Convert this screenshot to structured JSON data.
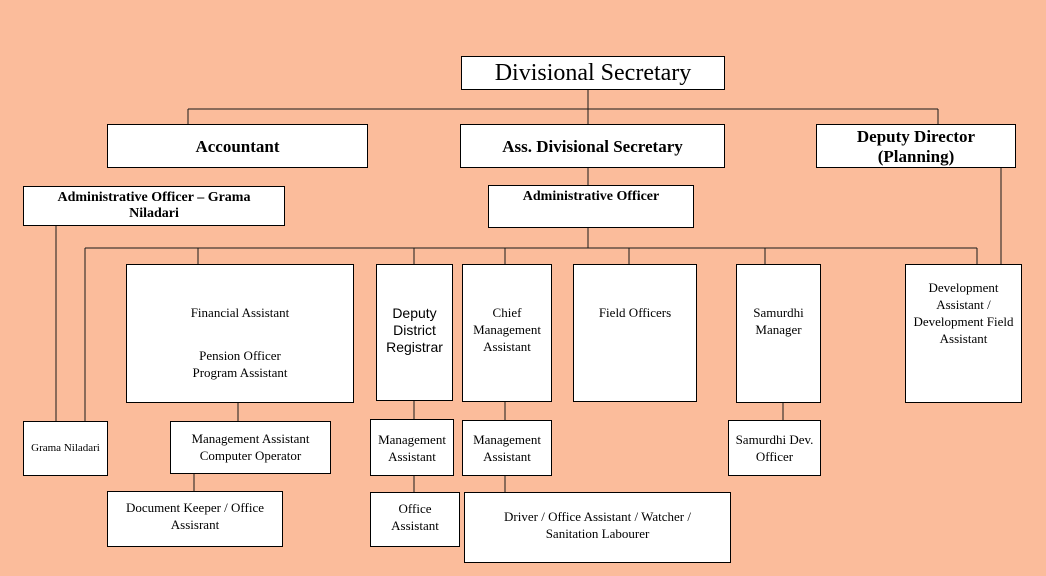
{
  "org": {
    "divisional_secretary": "Divisional Secretary",
    "accountant": "Accountant",
    "ass_divisional_secretary": "Ass. Divisional Secretary",
    "deputy_director_line1": "Deputy Director",
    "deputy_director_line2": "(Planning)",
    "admin_officer_gn_line1": "Administrative Officer – Grama",
    "admin_officer_gn_line2": "Niladari",
    "administrative_officer": "Administrative Officer",
    "financial_assistant": "Financial Assistant",
    "pension_officer": "Pension Officer",
    "program_assistant": "Program Assistant",
    "deputy_district_registrar_line1": "Deputy",
    "deputy_district_registrar_line2": "District",
    "deputy_district_registrar_line3": "Registrar",
    "chief_mgmt_line1": "Chief",
    "chief_mgmt_line2": "Management",
    "chief_mgmt_line3": "Assistant",
    "field_officers": "Field Officers",
    "samurdhi_manager_line1": "Samurdhi",
    "samurdhi_manager_line2": "Manager",
    "dev_assistant_line1": "Development",
    "dev_assistant_line2": "Assistant /",
    "dev_assistant_line3": "Development Field",
    "dev_assistant_line4": "Assistant",
    "grama_niladari": "Grama Niladari",
    "mgmt_computer_line1": "Management Assistant",
    "mgmt_computer_line2": "Computer Operator",
    "mgmt_asst_a_line1": "Management",
    "mgmt_asst_a_line2": "Assistant",
    "mgmt_asst_b_line1": "Management",
    "mgmt_asst_b_line2": "Assistant",
    "samurdhi_dev_line1": "Samurdhi Dev.",
    "samurdhi_dev_line2": "Officer",
    "document_keeper_line1": "Document Keeper / Office",
    "document_keeper_line2": "Assisrant",
    "office_assistant_line1": "Office",
    "office_assistant_line2": "Assistant",
    "driver_line1": "Driver / Office Assistant / Watcher /",
    "driver_line2": "Sanitation Labourer"
  }
}
